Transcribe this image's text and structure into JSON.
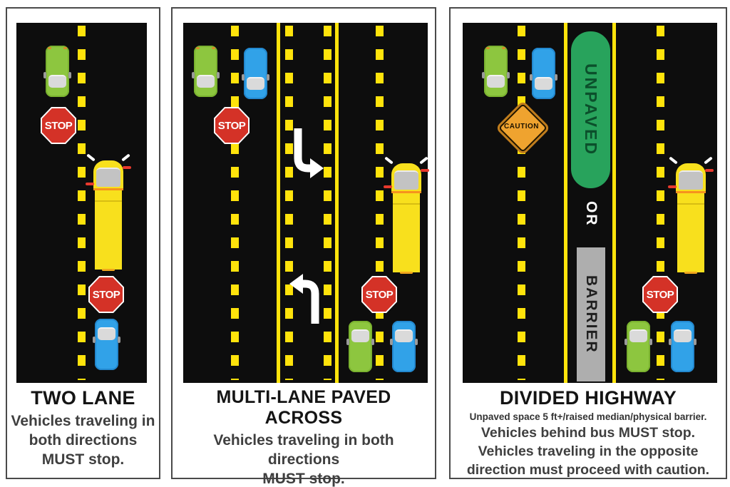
{
  "labels": {
    "stop": "STOP",
    "caution": "CAUTION",
    "unpaved": "UNPAVED",
    "or": "OR",
    "barrier": "BARRIER"
  },
  "panels": [
    {
      "title": "TWO LANE",
      "caption_lines": [
        "Vehicles traveling in",
        "both directions",
        "MUST stop."
      ]
    },
    {
      "title": "MULTI-LANE PAVED ACROSS",
      "caption_lines": [
        "Vehicles traveling in both directions",
        "MUST stop."
      ]
    },
    {
      "title": "DIVIDED HIGHWAY",
      "subtitle": "Unpaved space 5 ft+/raised median/physical barrier.",
      "caption_lines": [
        "Vehicles behind bus MUST stop.",
        "Vehicles traveling in the opposite",
        "direction must proceed with caution."
      ]
    }
  ],
  "colors": {
    "road": "#0d0d0d",
    "lane_yellow": "#ffe30b",
    "bus_yellow": "#f8e01d",
    "stop_red": "#d43227",
    "caution_amber": "#efa32f",
    "median_green": "#28a35c",
    "barrier_gray": "#aeaeae",
    "car_green": "#8dc63f",
    "car_blue": "#31a2e8"
  }
}
